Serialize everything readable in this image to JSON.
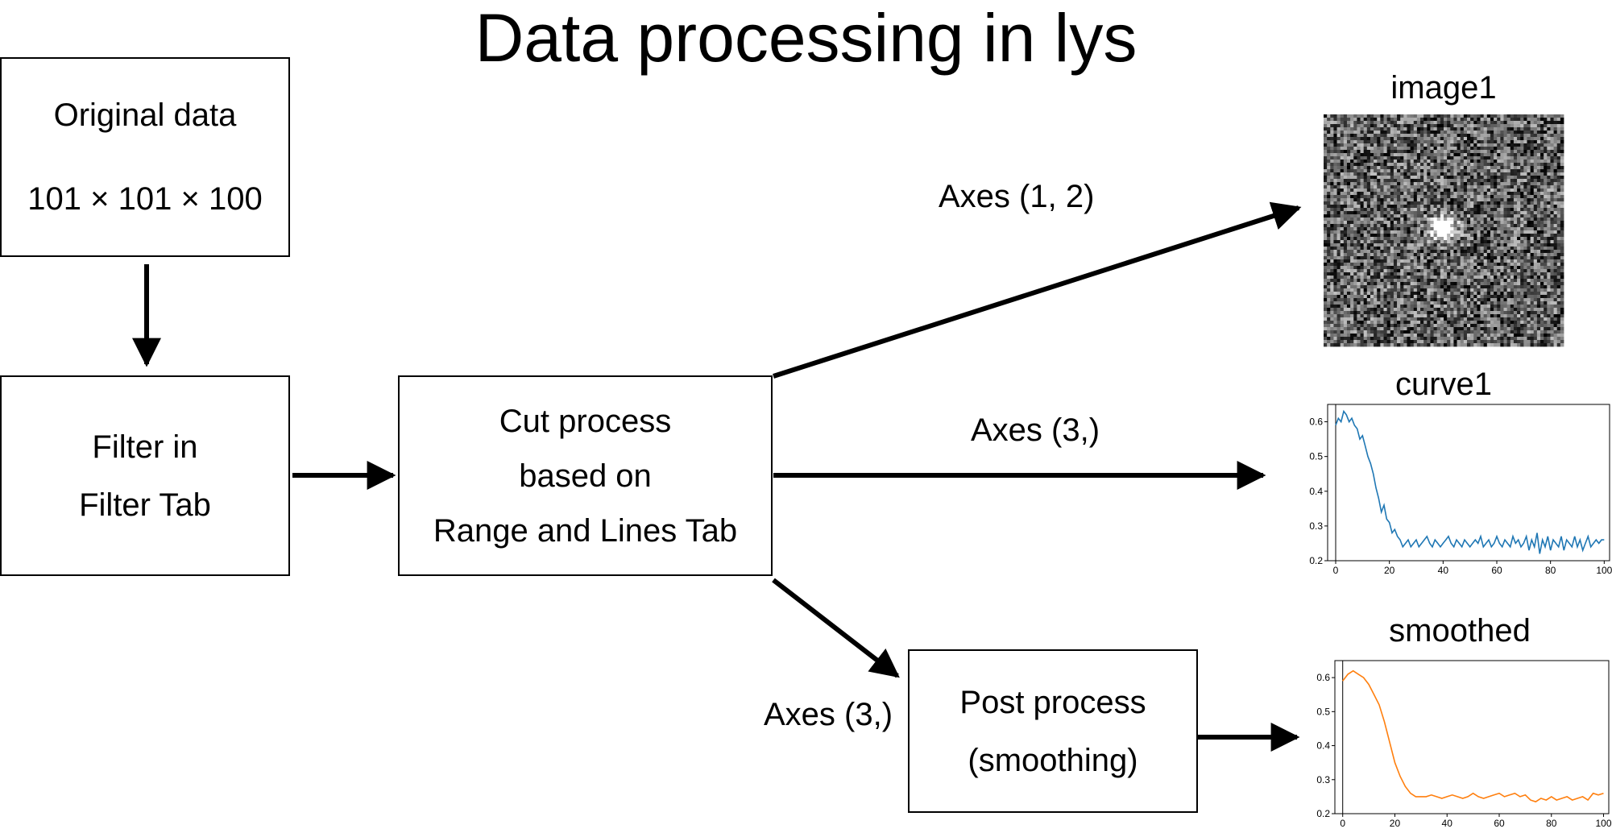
{
  "title": "Data processing in lys",
  "boxes": {
    "original": {
      "lines": [
        "Original data",
        "101 × 101 × 100"
      ]
    },
    "filter": {
      "lines": [
        "Filter in",
        "Filter Tab"
      ]
    },
    "cut": {
      "lines": [
        "Cut process",
        "based on",
        "Range and Lines Tab"
      ]
    },
    "post": {
      "lines": [
        "Post process",
        "(smoothing)"
      ]
    }
  },
  "edges": {
    "to_image": "Axes (1, 2)",
    "to_curve": "Axes (3,)",
    "to_post": "Axes (3,)"
  },
  "outputs": {
    "image1": {
      "title": "image1"
    },
    "curve1": {
      "title": "curve1",
      "color": "#1f77b4"
    },
    "smoothed": {
      "title": "smoothed",
      "color": "#ff7f0e"
    }
  },
  "chart_data": [
    {
      "type": "line",
      "title": "curve1",
      "xlim": [
        -3,
        102
      ],
      "ylim": [
        0.2,
        0.65
      ],
      "xticks": [
        0,
        20,
        40,
        60,
        80,
        100
      ],
      "yticks": [
        0.2,
        0.3,
        0.4,
        0.5,
        0.6
      ],
      "series": [
        {
          "x": [
            0,
            1,
            2,
            3,
            4,
            5,
            6,
            7,
            8,
            9,
            10,
            11,
            12,
            13,
            14,
            15,
            16,
            17,
            18,
            19,
            20,
            21,
            22,
            23,
            24,
            25,
            26,
            27,
            28,
            29,
            30,
            31,
            32,
            33,
            34,
            35,
            36,
            37,
            38,
            39,
            40,
            41,
            42,
            43,
            44,
            45,
            46,
            47,
            48,
            49,
            50,
            51,
            52,
            53,
            54,
            55,
            56,
            57,
            58,
            59,
            60,
            61,
            62,
            63,
            64,
            65,
            66,
            67,
            68,
            69,
            70,
            71,
            72,
            73,
            74,
            75,
            76,
            77,
            78,
            79,
            80,
            81,
            82,
            83,
            84,
            85,
            86,
            87,
            88,
            89,
            90,
            91,
            92,
            93,
            94,
            95,
            96,
            97,
            98,
            99,
            100
          ],
          "y": [
            0.59,
            0.61,
            0.6,
            0.63,
            0.62,
            0.6,
            0.61,
            0.59,
            0.58,
            0.55,
            0.56,
            0.53,
            0.5,
            0.48,
            0.45,
            0.41,
            0.38,
            0.34,
            0.36,
            0.32,
            0.31,
            0.28,
            0.29,
            0.27,
            0.26,
            0.24,
            0.25,
            0.26,
            0.24,
            0.25,
            0.26,
            0.24,
            0.25,
            0.26,
            0.27,
            0.25,
            0.24,
            0.26,
            0.25,
            0.24,
            0.25,
            0.26,
            0.27,
            0.25,
            0.24,
            0.26,
            0.25,
            0.24,
            0.26,
            0.25,
            0.24,
            0.25,
            0.26,
            0.25,
            0.27,
            0.24,
            0.25,
            0.26,
            0.24,
            0.25,
            0.27,
            0.25,
            0.24,
            0.26,
            0.25,
            0.24,
            0.27,
            0.25,
            0.26,
            0.24,
            0.25,
            0.27,
            0.23,
            0.26,
            0.24,
            0.28,
            0.22,
            0.26,
            0.24,
            0.27,
            0.23,
            0.26,
            0.25,
            0.24,
            0.27,
            0.23,
            0.26,
            0.25,
            0.24,
            0.27,
            0.24,
            0.26,
            0.23,
            0.25,
            0.27,
            0.24,
            0.25,
            0.26,
            0.25,
            0.26,
            0.26
          ]
        }
      ]
    },
    {
      "type": "line",
      "title": "smoothed",
      "xlim": [
        -3,
        102
      ],
      "ylim": [
        0.2,
        0.65
      ],
      "xticks": [
        0,
        20,
        40,
        60,
        80,
        100
      ],
      "yticks": [
        0.2,
        0.3,
        0.4,
        0.5,
        0.6
      ],
      "series": [
        {
          "x": [
            0,
            2,
            4,
            6,
            8,
            10,
            12,
            14,
            16,
            18,
            20,
            22,
            24,
            26,
            28,
            30,
            32,
            34,
            36,
            38,
            40,
            42,
            44,
            46,
            48,
            50,
            52,
            54,
            56,
            58,
            60,
            62,
            64,
            66,
            68,
            70,
            72,
            74,
            76,
            78,
            80,
            82,
            84,
            86,
            88,
            90,
            92,
            94,
            96,
            98,
            100
          ],
          "y": [
            0.59,
            0.61,
            0.62,
            0.61,
            0.6,
            0.58,
            0.55,
            0.52,
            0.47,
            0.41,
            0.35,
            0.31,
            0.28,
            0.26,
            0.25,
            0.25,
            0.25,
            0.255,
            0.25,
            0.245,
            0.25,
            0.255,
            0.25,
            0.245,
            0.25,
            0.26,
            0.25,
            0.245,
            0.25,
            0.255,
            0.26,
            0.25,
            0.255,
            0.26,
            0.25,
            0.255,
            0.24,
            0.235,
            0.245,
            0.24,
            0.25,
            0.24,
            0.245,
            0.25,
            0.24,
            0.245,
            0.25,
            0.24,
            0.26,
            0.255,
            0.26
          ]
        }
      ]
    }
  ]
}
